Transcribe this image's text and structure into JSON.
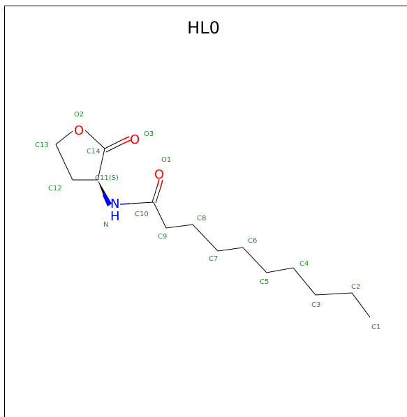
{
  "title": "HL0",
  "colors": {
    "carbon_label": "#2a8a2a",
    "oxygen": "#ff0000",
    "nitrogen": "#0000ff",
    "bond": "#000000"
  },
  "heteroatoms": {
    "o_ring": "O",
    "o_carbonyl_ring": "O",
    "o_amide": "O",
    "n": "N",
    "h": "H"
  },
  "labels": {
    "O2": "O2",
    "O3": "O3",
    "O1": "O1",
    "C13": "C13",
    "C14": "C14",
    "C12": "C12",
    "C11": "C11(S)",
    "C10": "C10",
    "N": "N",
    "C9": "C9",
    "C8": "C8",
    "C7": "C7",
    "C6": "C6",
    "C5": "C5",
    "C4": "C4",
    "C3": "C3",
    "C2": "C2",
    "C1": "C1"
  }
}
